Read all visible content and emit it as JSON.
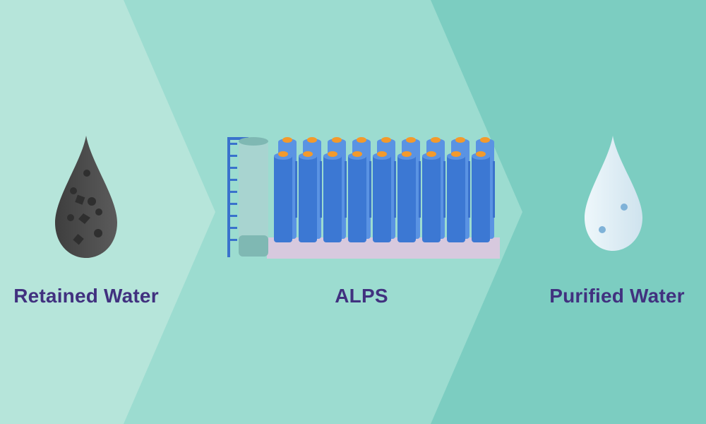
{
  "colors": {
    "band_left": "#b6e5da",
    "band_middle": "#9cdcd0",
    "band_right": "#7ccdc1",
    "label_text": "#41317f",
    "drop_dark": "#5b5b5b",
    "drop_dark_shade": "#3e3e3e",
    "drop_light": "#eef7fb",
    "drop_light_shade": "#cfe3ee",
    "particle_dark": "#2f2f2f",
    "particle_light": "#7fb2d8",
    "filter_blue": "#3c78d3",
    "filter_blue_light": "#5a93e3",
    "filter_cap": "#f39a2c",
    "vessel": "#a8d4d0",
    "vessel_shade": "#7fb8b3",
    "base_plate": "#d7c9de",
    "pipe": "#3a72cc"
  },
  "stages": [
    {
      "id": "retained",
      "label": "Retained Water",
      "icon": "dark-water-drop-icon"
    },
    {
      "id": "alps",
      "label": "ALPS",
      "icon": "filter-column-array-icon"
    },
    {
      "id": "purified",
      "label": "Purified Water",
      "icon": "clear-water-drop-icon"
    }
  ]
}
